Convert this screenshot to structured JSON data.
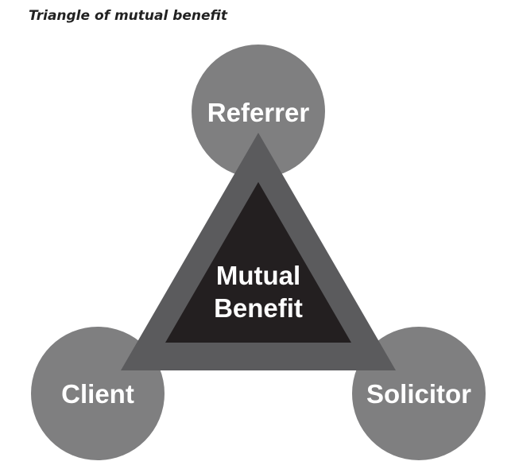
{
  "caption": "Triangle of mutual benefit",
  "nodes": {
    "top": "Referrer",
    "left": "Client",
    "right": "Solicitor"
  },
  "center": {
    "line1": "Mutual",
    "line2": "Benefit"
  },
  "colors": {
    "circle": "#7f7f80",
    "triangle_outer": "#5b5b5d",
    "triangle_inner": "#231f20",
    "text": "#ffffff"
  }
}
